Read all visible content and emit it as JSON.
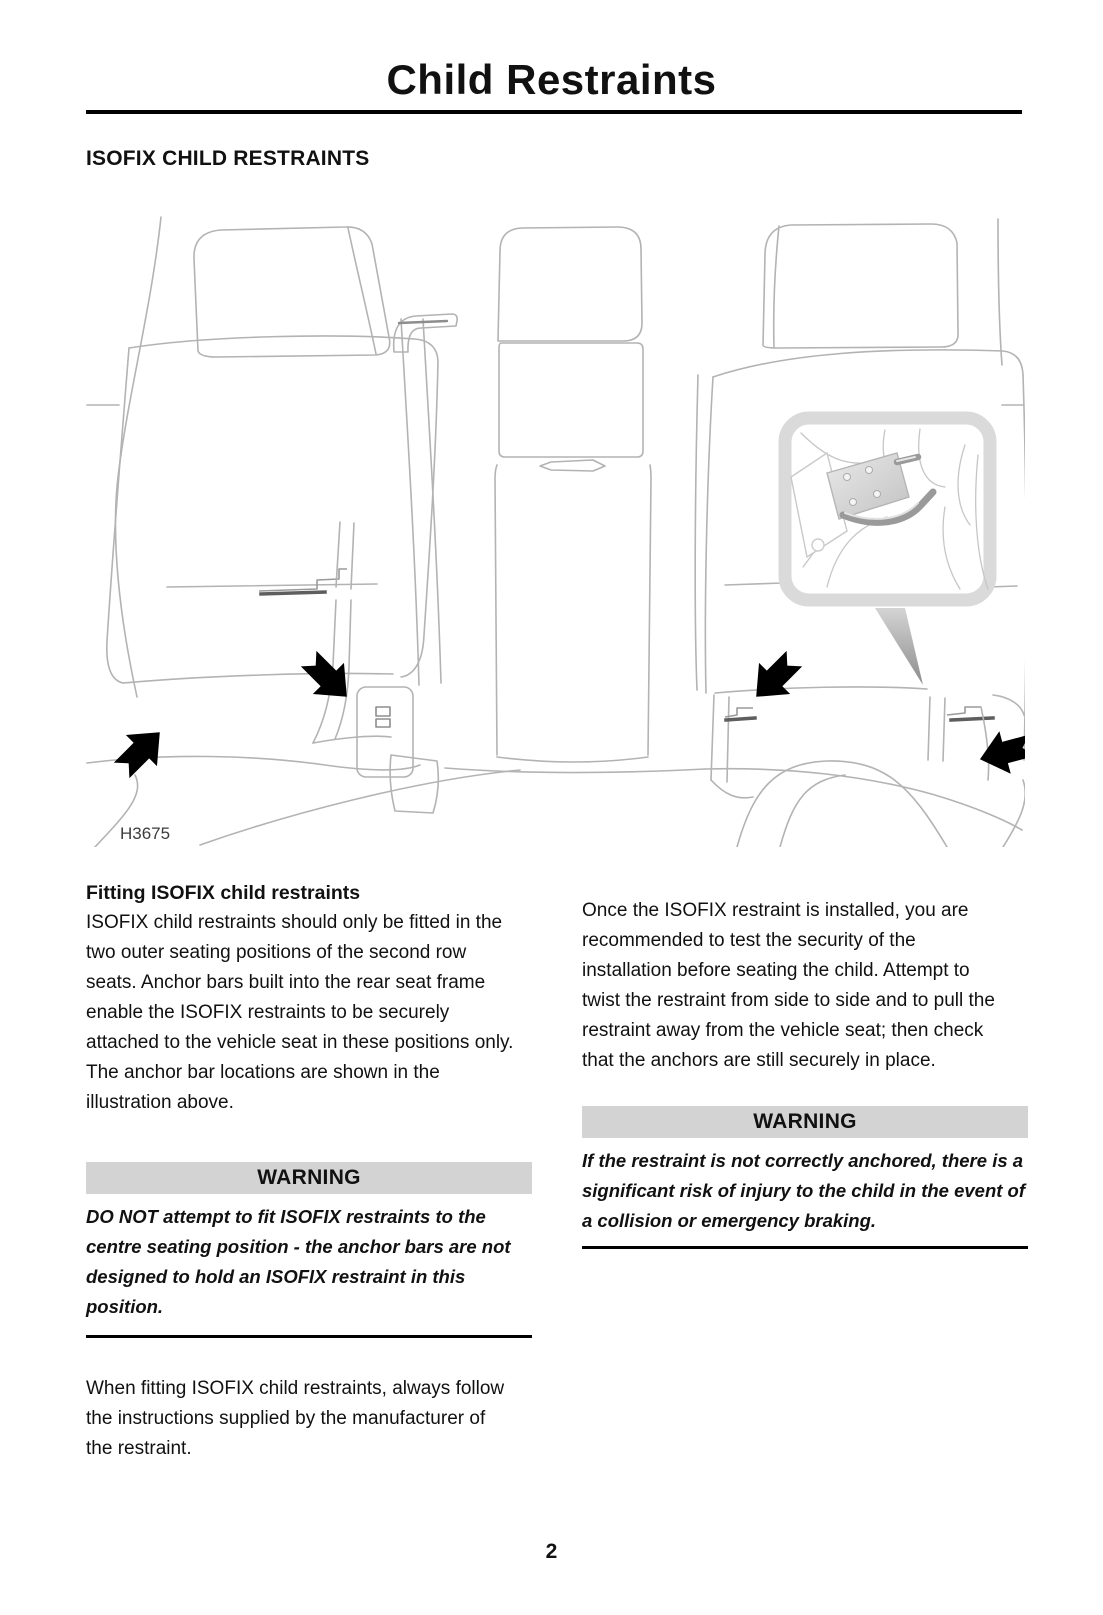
{
  "page": {
    "title": "Child Restraints",
    "section_heading": "ISOFIX CHILD RESTRAINTS",
    "page_number": "2"
  },
  "illustration": {
    "figure_code": "H3675",
    "description": "Rear bench seat line drawing with four black arrows marking the ISOFIX anchor bar locations in the two outer seating positions, and an inset close-up of an anchor bar bracket",
    "icons": [
      "anchor-arrow-icon",
      "anchor-detail-inset"
    ]
  },
  "left_column": {
    "subheading": "Fitting ISOFIX child restraints",
    "para1": "ISOFIX child restraints should only be fitted in the two outer seating positions of the second row seats. Anchor bars built into the rear seat frame enable the ISOFIX restraints to be securely attached to the vehicle seat in these positions only. The anchor bar locations are shown in the illustration above.",
    "warning": {
      "label": "WARNING",
      "text": "DO NOT attempt to fit ISOFIX restraints to the centre seating position - the anchor bars are not designed to hold an ISOFIX restraint in this position."
    },
    "para2": "When fitting ISOFIX child restraints, always follow the instructions supplied by the manufacturer of the restraint."
  },
  "right_column": {
    "para1": "Once the ISOFIX restraint is installed, you are recommended to test the security of the installation before seating the child. Attempt to twist the restraint from side to side and to pull the restraint away from the vehicle seat; then check that the anchors are still securely in place.",
    "warning": {
      "label": "WARNING",
      "text": "If the restraint is not correctly anchored, there is a significant risk of injury to the child in the event of a collision or emergency braking."
    }
  },
  "colors": {
    "warning_bg": "#d3d3d3",
    "line_art": "#b3b3b3",
    "arrow": "#000000",
    "text": "#111111"
  }
}
